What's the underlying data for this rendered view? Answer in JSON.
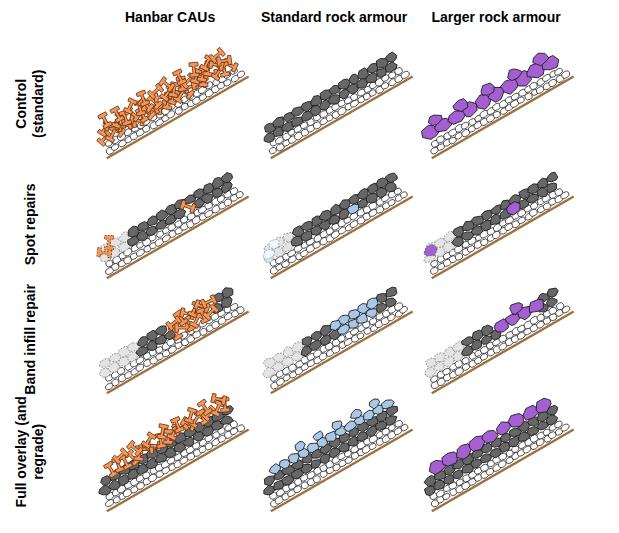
{
  "diagram": {
    "labels": [
      "Hanbar CAUs",
      "Standard rock armour",
      "Larger rock armour",
      "Control (standard)",
      "Spot repairs",
      "Band infill repair",
      "Full overlay (and regrade)"
    ]
  }
}
